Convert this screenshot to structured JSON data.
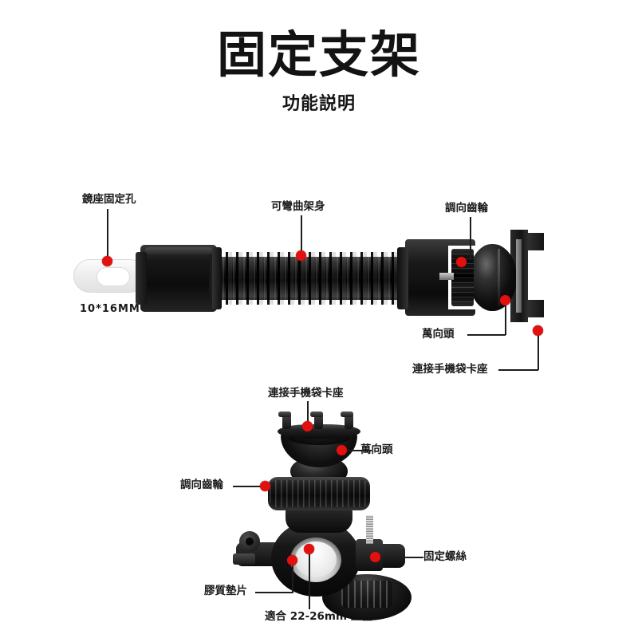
{
  "header": {
    "title": "固定支架",
    "subtitle": "功能説明"
  },
  "top_diagram": {
    "name": "gooseneck-mirror-mount-diagram",
    "labels": [
      {
        "id": "mirror-mount-hole",
        "text": "鏡座固定孔"
      },
      {
        "id": "hole-size",
        "text": "10*16MM"
      },
      {
        "id": "bendable-arm",
        "text": "可彎曲架身"
      },
      {
        "id": "adjust-gear",
        "text": "調向齒輪"
      },
      {
        "id": "ball-head",
        "text": "萬向頭"
      },
      {
        "id": "phone-bag-mount",
        "text": "連接手機袋卡座"
      }
    ]
  },
  "bottom_diagram": {
    "name": "handlebar-clamp-mount-diagram",
    "labels": [
      {
        "id": "phone-bag-mount",
        "text": "連接手機袋卡座"
      },
      {
        "id": "ball-head",
        "text": "萬向頭"
      },
      {
        "id": "adjust-gear",
        "text": "調向齒輪"
      },
      {
        "id": "rubber-pad",
        "text": "膠質墊片"
      },
      {
        "id": "fit-diameter",
        "text": "適合 22-26mm 直徑"
      },
      {
        "id": "fixing-screw",
        "text": "固定螺絲"
      }
    ]
  },
  "style": {
    "background": "#ffffff",
    "marker_color": "#e2100f",
    "line_color": "#1d1d1d",
    "text_color": "#1a1a1a"
  }
}
